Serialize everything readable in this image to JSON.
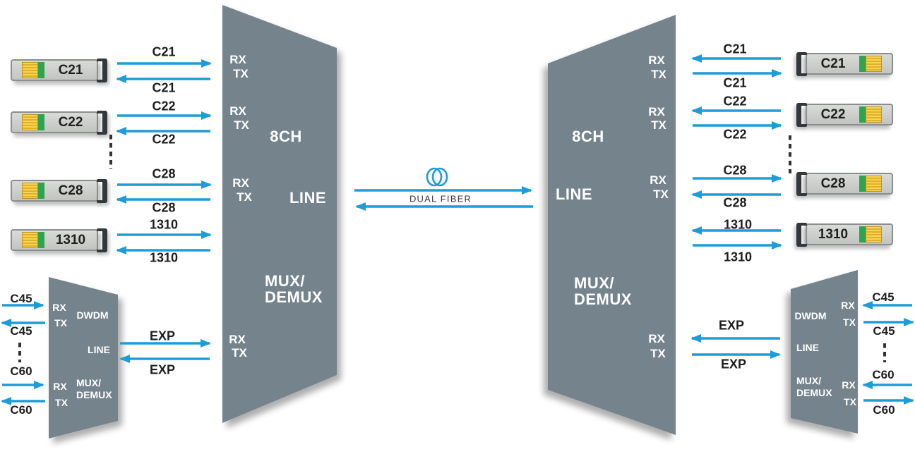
{
  "channels": [
    "C21",
    "C22",
    "C28",
    "1310"
  ],
  "expansion_channels": [
    "C45",
    "C60"
  ],
  "center_link": {
    "label": "DUAL FIBER"
  },
  "ports": {
    "rx": "RX",
    "tx": "TX"
  },
  "mux8": {
    "capacity": "8CH",
    "line": "LINE",
    "mux_line1": "MUX/",
    "mux_line2": "DEMUX"
  },
  "expander": {
    "type": "DWDM",
    "line": "LINE",
    "mux_line1": "MUX/",
    "mux_line2": "DEMUX"
  },
  "exp_label": "EXP",
  "colors": {
    "arrow_blue": "#1E9CD8",
    "device_gray": "#75838D",
    "device_text": "#FFFFFF",
    "label_text": "#1E1E1E",
    "module_yellow": "#F2C52F",
    "module_green": "#2EA44F"
  }
}
